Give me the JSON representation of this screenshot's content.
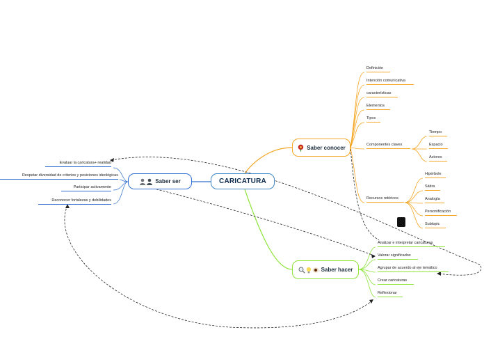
{
  "center": {
    "label": "CARICATURA"
  },
  "saber_conocer": {
    "label": "Saber conocer",
    "icon": "red-flower-icon",
    "items": [
      "Definición",
      "Intención comunicativa",
      "características",
      "Elementos",
      "Tipos",
      "Componentes claves",
      "Recursos retóricos"
    ],
    "componentes_claves": [
      "Tiempo",
      "Espacio",
      "Actores"
    ],
    "recursos_retoricos": [
      "Hipérbole",
      "Sátira",
      "Analogía",
      "Personificación",
      "Subtopic"
    ]
  },
  "saber_ser": {
    "label": "Saber ser",
    "icons": [
      "user-gray-icon",
      "user-dark-icon"
    ],
    "items": [
      "Evaluar  la caricatura+ realidad",
      "Respetar diversidad de criterios y posiciones ideológicas",
      "Participar activamente",
      "Reconocer fortalezas y debilidades"
    ]
  },
  "saber_hacer": {
    "label": "Saber hacer",
    "icons": [
      "magnifier-icon",
      "lightbulb-icon",
      "eye-icon"
    ],
    "items": [
      "Analizar e interpretar caricaturas",
      "Valorar significados",
      "Agrupar de acuerdo al eje temático",
      "Crear caricaturas",
      "Reflexionar"
    ]
  },
  "colors": {
    "conocer": "#f5a623",
    "ser": "#2f6fd1",
    "hacer": "#8ee43a",
    "center_border": "#3d86c6"
  }
}
